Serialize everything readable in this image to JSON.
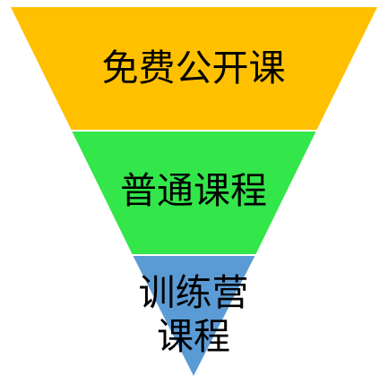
{
  "funnel": {
    "tiers": [
      {
        "lines": [
          "免费公开课"
        ],
        "color": "#FFC000"
      },
      {
        "lines": [
          "普通课程"
        ],
        "color": "#33E64A"
      },
      {
        "lines": [
          "训练营",
          "课程"
        ],
        "color": "#5B9BD5"
      }
    ],
    "divider_color": "#ffffff"
  }
}
